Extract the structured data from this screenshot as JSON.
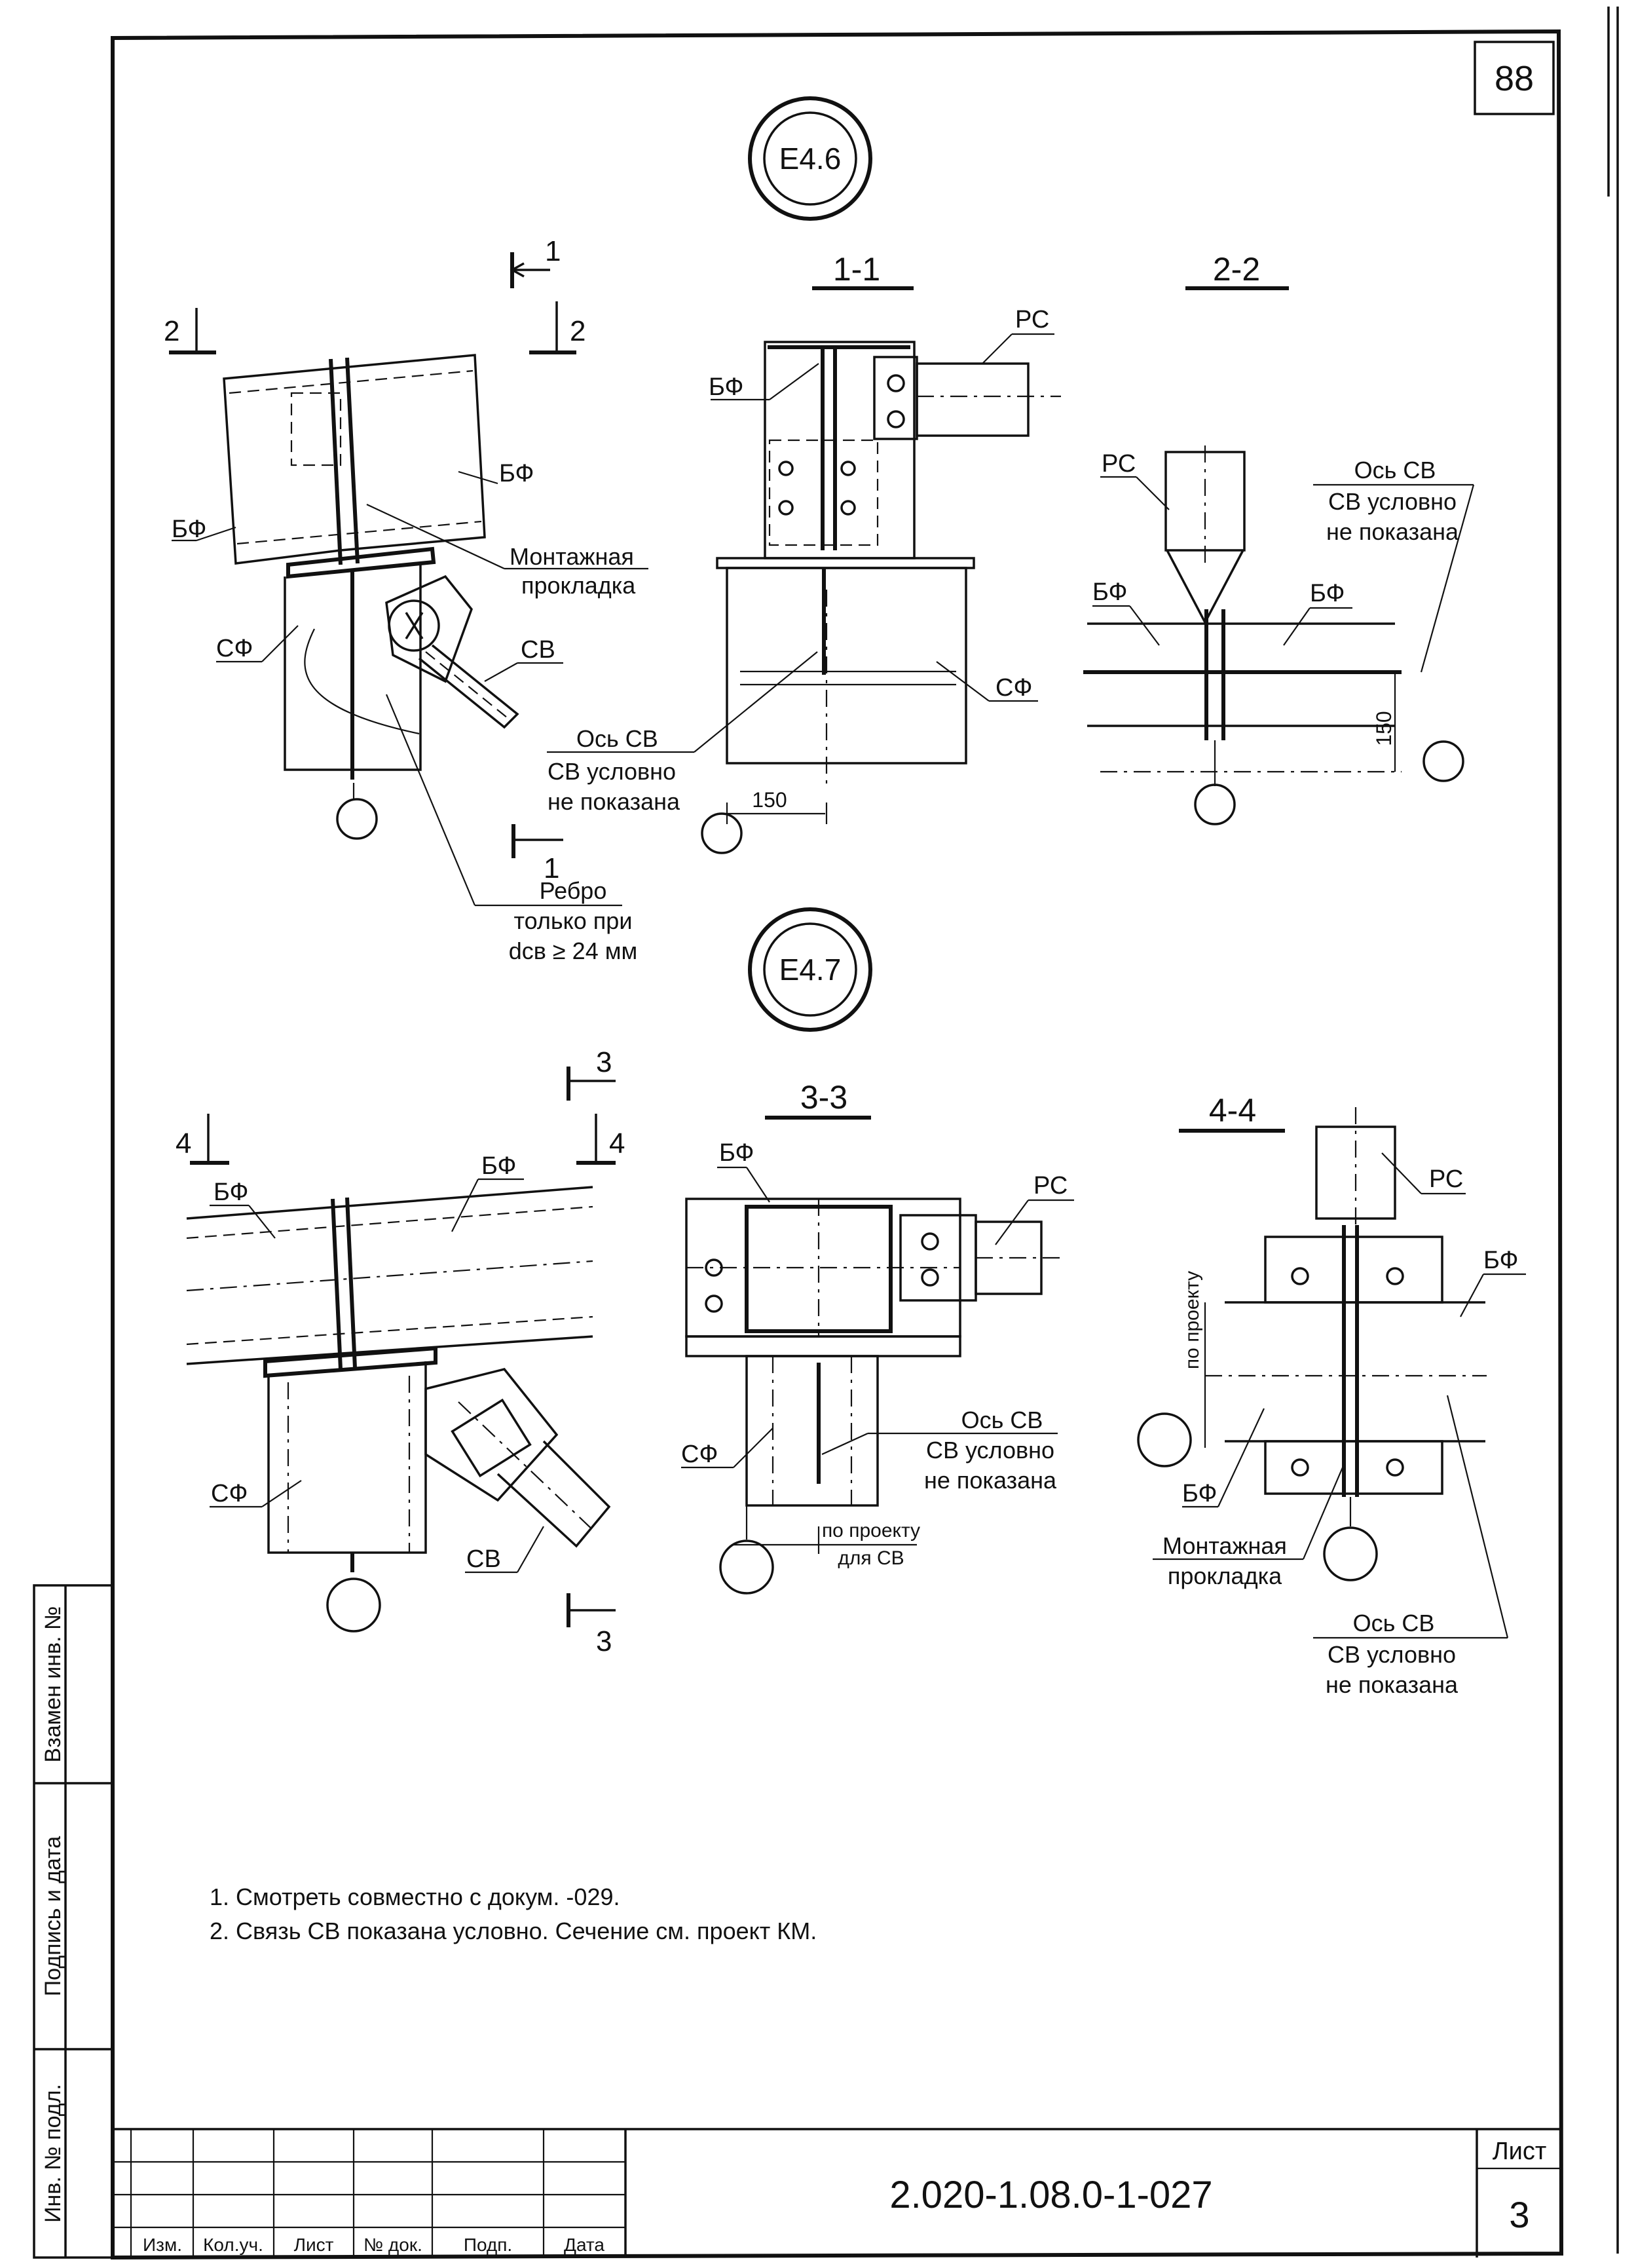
{
  "sheet_number_top": "88",
  "details": {
    "e46": {
      "mark": "Е4.6"
    },
    "e47": {
      "mark": "Е4.7"
    }
  },
  "sections": {
    "s1": "1-1",
    "s2": "2-2",
    "s3": "3-3",
    "s4": "4-4",
    "m1": "1",
    "m2": "2",
    "m3": "3",
    "m4": "4"
  },
  "labels": {
    "bf": "БФ",
    "sf": "СФ",
    "sv": "СВ",
    "rs": "РС",
    "mount_pad_1": "Монтажная",
    "mount_pad_2": "прокладка",
    "axis_sv": "Ось СВ",
    "sv_cond_1": "СВ условно",
    "sv_cond_2": "не показана",
    "rib_1": "Ребро",
    "rib_2": "только при",
    "rib_3": "dсв ≥ 24 мм",
    "dim_150": "150",
    "per_project": "по проекту",
    "per_project_sv_1": "по проекту",
    "per_project_sv_2": "для СВ"
  },
  "notes": [
    "1. Смотреть совместно с докум. -029.",
    "2. Связь СВ показана условно. Сечение см. проект КМ."
  ],
  "side_stamp": {
    "replaced": "Взамен инв. №",
    "signature": "Подпись и дата",
    "inv_original": "Инв. № подл."
  },
  "title_block": {
    "headers": [
      "Изм.",
      "Кол.уч.",
      "Лист",
      "№ док.",
      "Подп.",
      "Дата"
    ],
    "doc_code": "2.020-1.08.0-1-027",
    "sheet_label": "Лист",
    "sheet_no": "3"
  }
}
